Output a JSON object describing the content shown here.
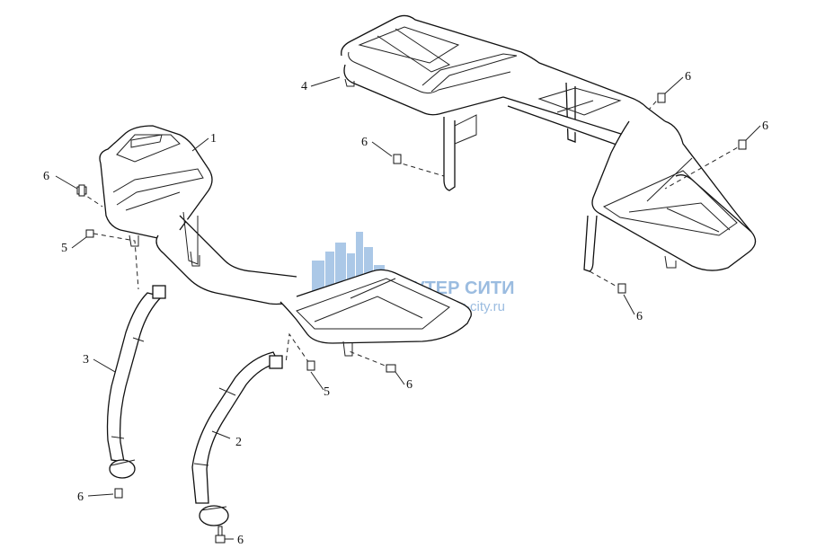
{
  "watermark": {
    "line1": "СКУТЕР СИТИ",
    "line2": "www.scooter-city.ru",
    "color": "#7aa6d6"
  },
  "callouts": {
    "c1": "1",
    "c2": "2",
    "c3": "3",
    "c4": "4",
    "c5a": "5",
    "c5b": "5",
    "c6a": "6",
    "c6b": "6",
    "c6c": "6",
    "c6d": "6",
    "c6e": "6",
    "c6f": "6",
    "c6g": "6",
    "c6h": "6"
  }
}
